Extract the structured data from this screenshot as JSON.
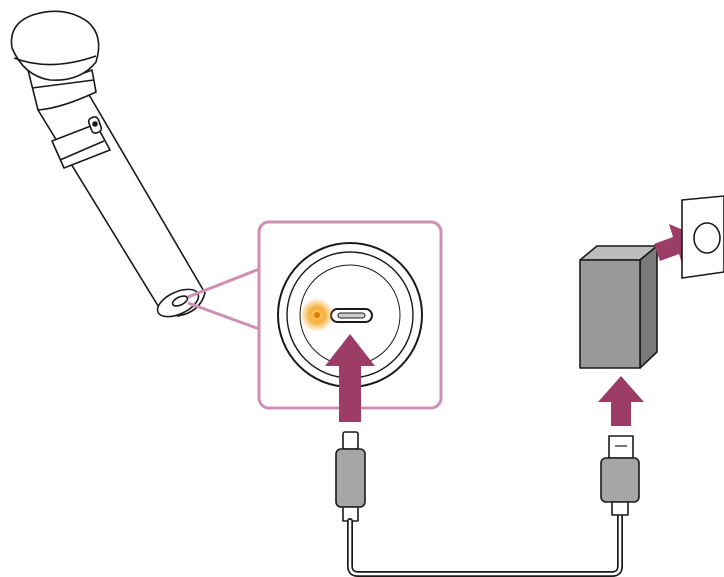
{
  "diagram": {
    "colors": {
      "line": "#1a1a1a",
      "arrow": "#9c3d68",
      "callout": "#cf8fb3",
      "charger_body": "#999999",
      "charger_side": "#7a7a7a",
      "plug_gray": "#a6a6a6",
      "led_glow": "#f5a623"
    },
    "parts": [
      {
        "id": "microphone",
        "icon": "microphone-icon"
      },
      {
        "id": "usb-c-port",
        "icon": "usb-c-port-icon"
      },
      {
        "id": "charge-indicator",
        "icon": "led-icon"
      },
      {
        "id": "usb-c-plug",
        "icon": "usb-c-plug-icon"
      },
      {
        "id": "usb-a-plug",
        "icon": "usb-a-plug-icon"
      },
      {
        "id": "ac-adapter",
        "icon": "ac-adapter-icon"
      },
      {
        "id": "wall-outlet",
        "icon": "wall-outlet-icon"
      }
    ]
  }
}
